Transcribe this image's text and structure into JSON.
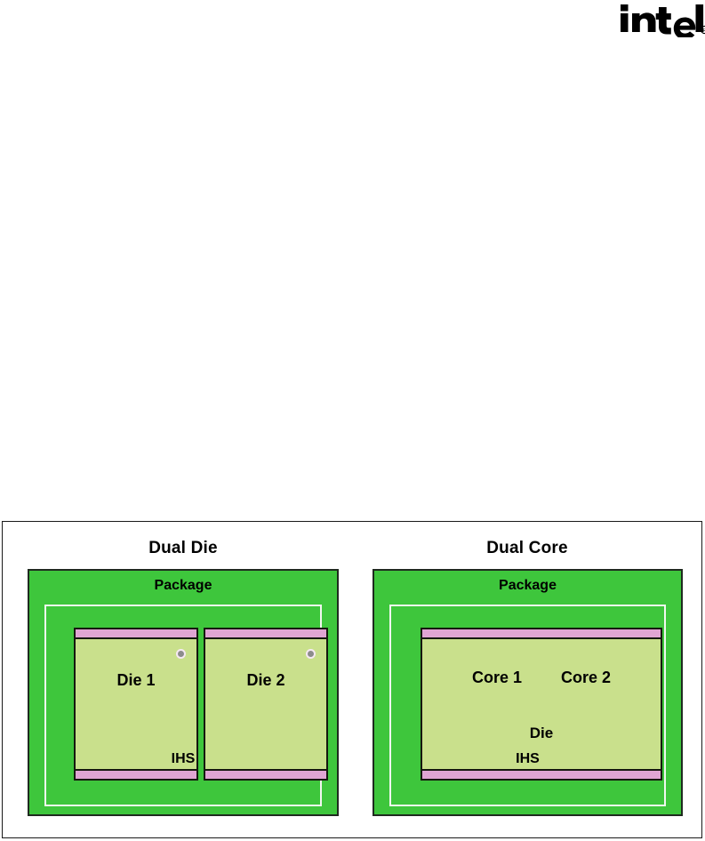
{
  "brand": {
    "logo_text": "intel",
    "trademark_symbol": "®",
    "logo_icon": "intel-wordmark-logo"
  },
  "figure": {
    "panels": [
      {
        "id": "dual-die",
        "title": "Dual Die",
        "package_label": "Package",
        "ihs_label": "IHS",
        "dies": [
          {
            "label": "Die 1",
            "notch_icon": "die-notch-marker"
          },
          {
            "label": "Die 2",
            "notch_icon": "die-notch-marker"
          }
        ]
      },
      {
        "id": "dual-core",
        "title": "Dual Core",
        "package_label": "Package",
        "ihs_label": "IHS",
        "die_label": "Die",
        "cores": [
          {
            "label": "Core 1"
          },
          {
            "label": "Core 2"
          }
        ]
      }
    ]
  },
  "colors": {
    "package_green": "#3ec63c",
    "die_green": "#c9e08c",
    "die_bar_pink": "#e0a5d3",
    "outline_black": "#16180f",
    "ihs_border_white": "#f2f7f0",
    "page_background": "#ffffff"
  }
}
